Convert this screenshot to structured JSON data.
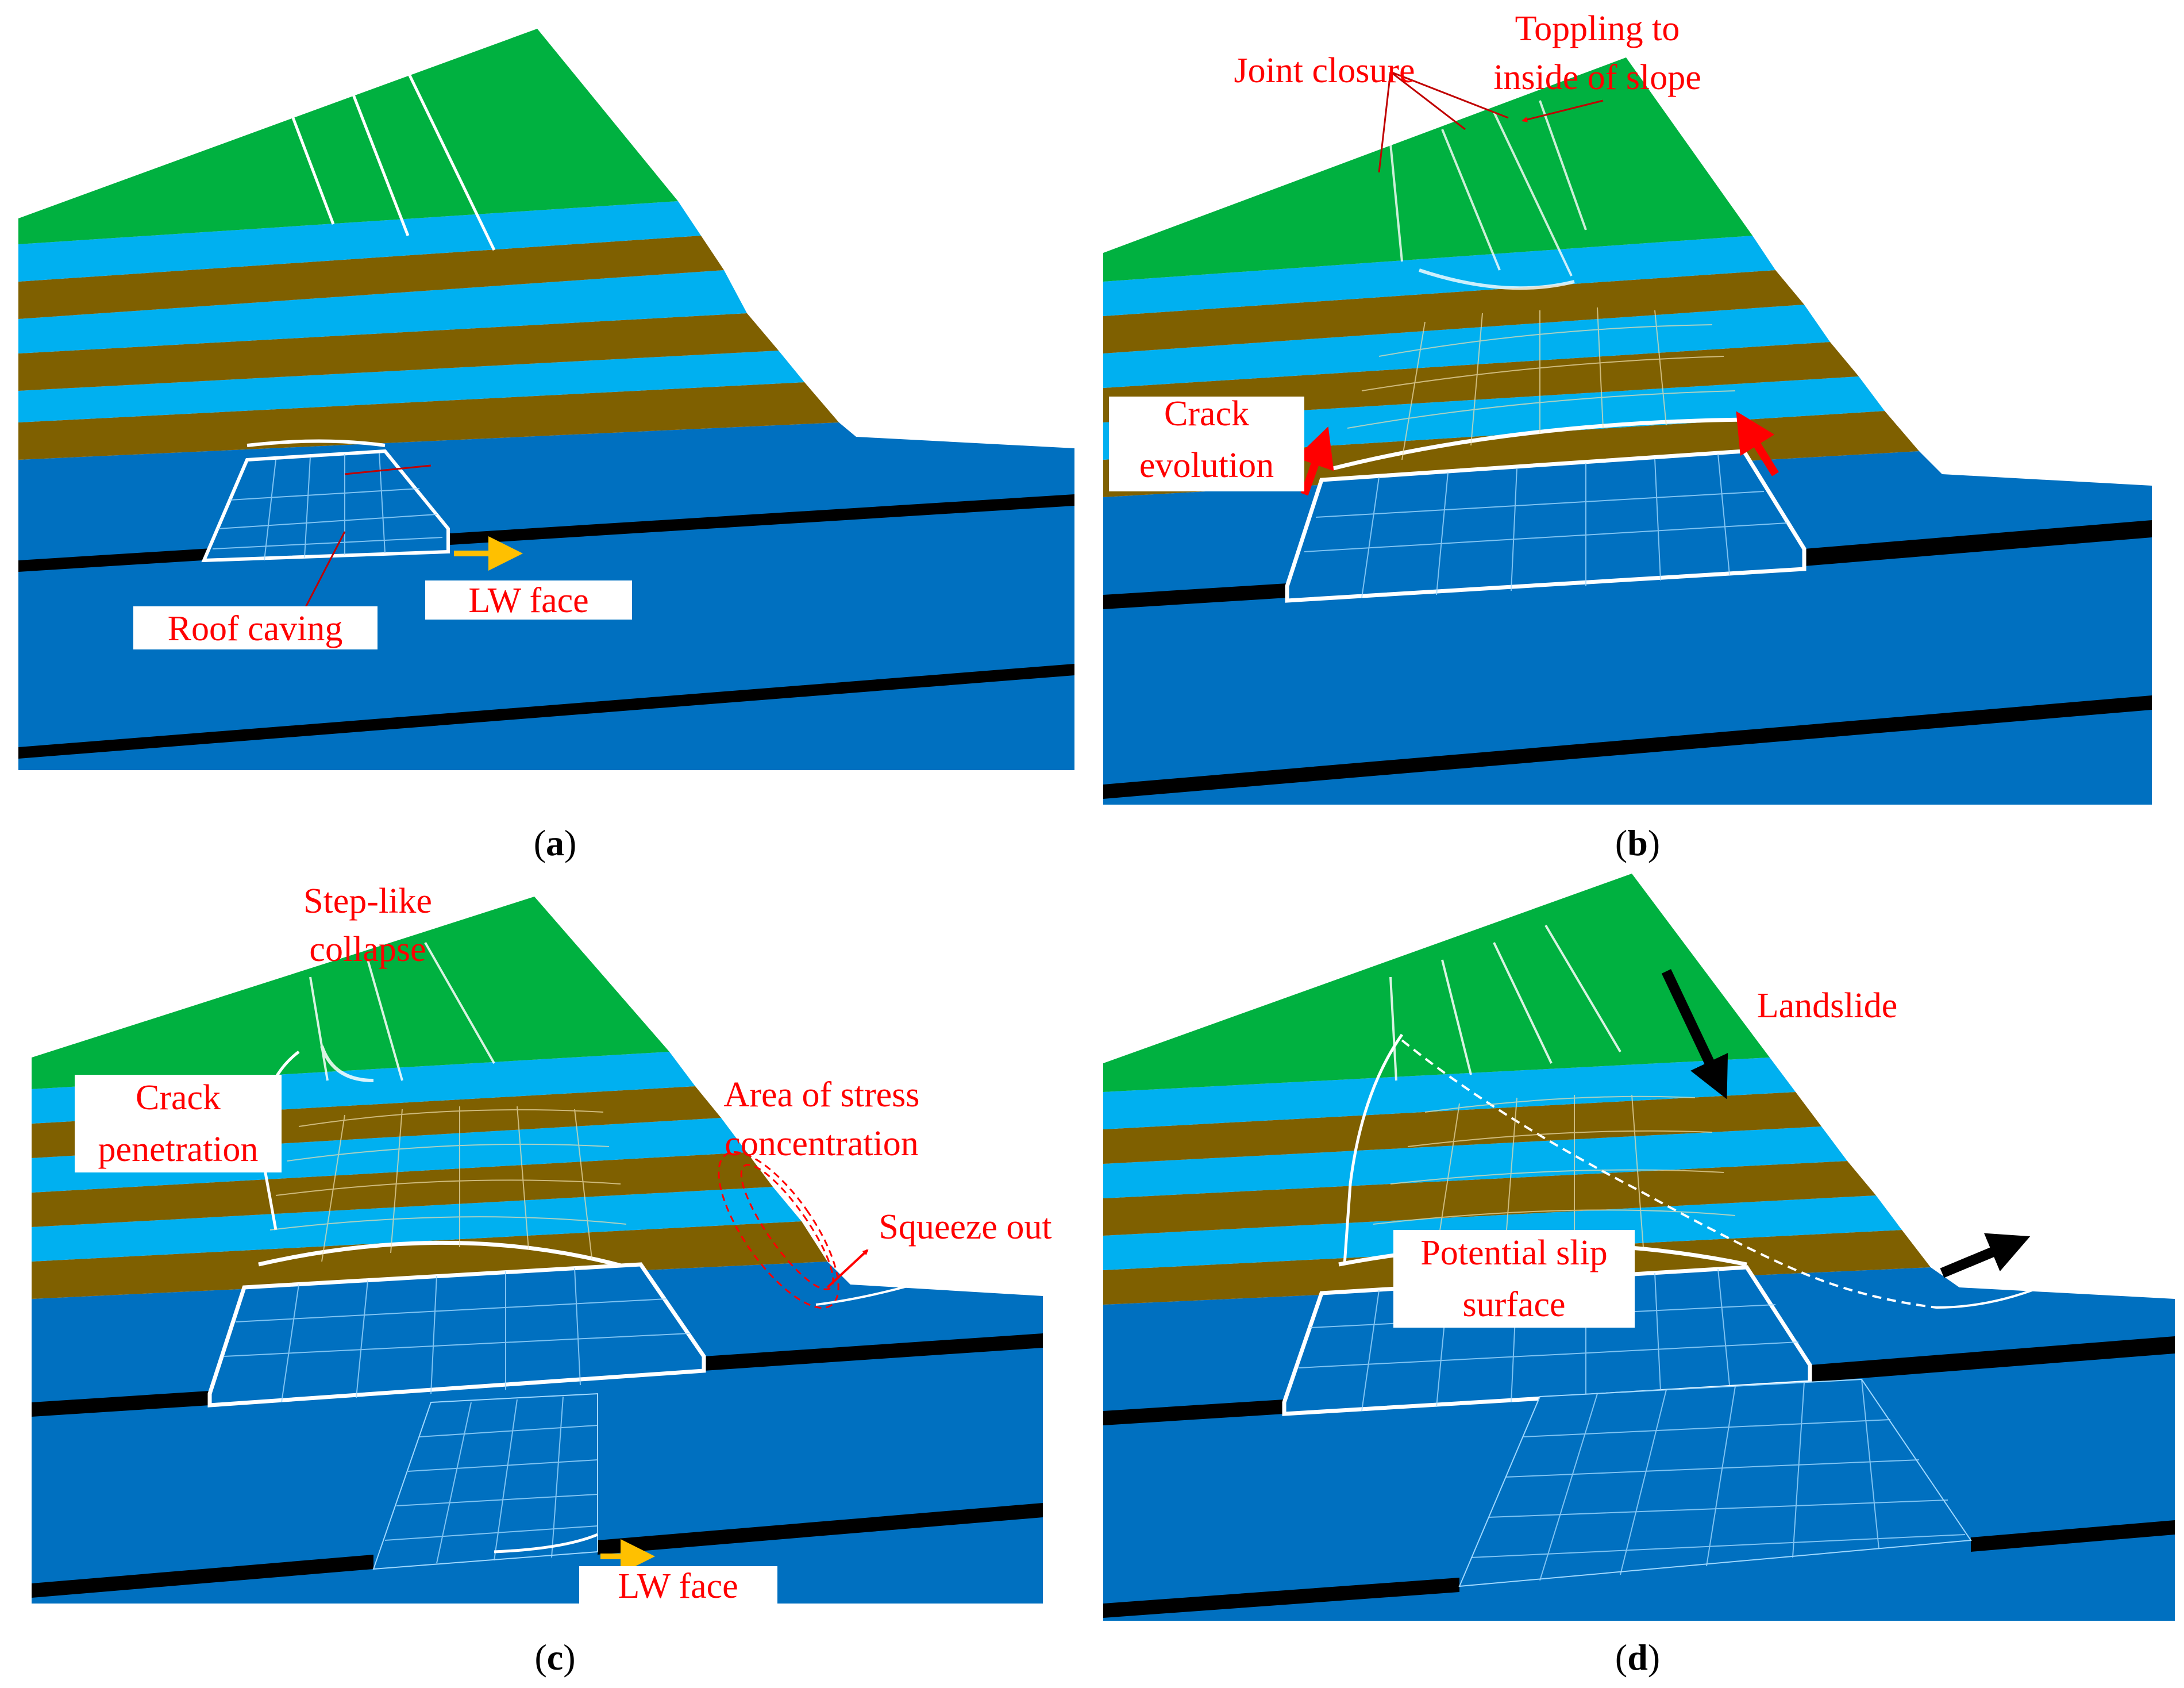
{
  "colors": {
    "green": "#00b140",
    "light_blue": "#00b0f0",
    "brown": "#7f6000",
    "dark_blue": "#0070c0",
    "coal_seam": "#000000",
    "label_red": "#ff0000",
    "arrow_yellow": "#ffc000",
    "arrow_red": "#ff0000",
    "arrow_black": "#000000"
  },
  "panels": {
    "a": {
      "caption": {
        "open": "(",
        "letter": "a",
        "close": ")"
      },
      "labels": {
        "roof_caving": "Roof caving",
        "lw_face": "LW face"
      }
    },
    "b": {
      "caption": {
        "open": "(",
        "letter": "b",
        "close": ")"
      },
      "labels": {
        "joint_closure": "Joint closure",
        "toppling_1": "Toppling to",
        "toppling_2": "inside of  slope",
        "crack_evolution_1": "Crack",
        "crack_evolution_2": "evolution"
      }
    },
    "c": {
      "caption": {
        "open": "(",
        "letter": "c",
        "close": ")"
      },
      "labels": {
        "step_like_1": "Step-like",
        "step_like_2": "collapse",
        "crack_penetration_1": "Crack",
        "crack_penetration_2": "penetration",
        "stress_1": "Area of stress",
        "stress_2": "concentration",
        "squeeze_out": "Squeeze out",
        "lw_face": "LW face"
      }
    },
    "d": {
      "caption": {
        "open": "(",
        "letter": "d",
        "close": ")"
      },
      "labels": {
        "landslide": "Landslide",
        "slip_1": "Potential slip",
        "slip_2": "surface"
      }
    }
  }
}
